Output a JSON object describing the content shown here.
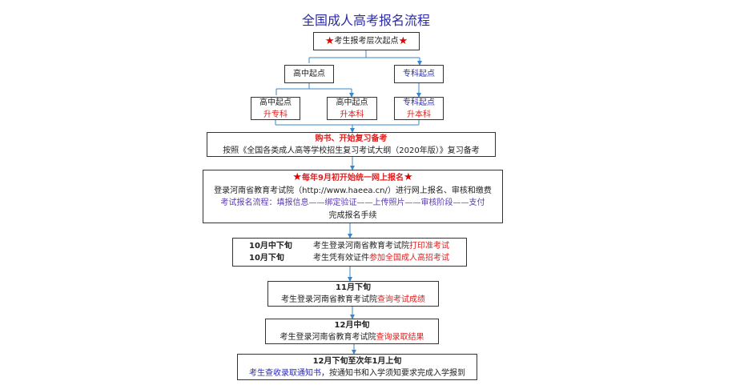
{
  "title": "全国成人高考报名流程",
  "start": {
    "star": "★",
    "label": "考生报考层次起点"
  },
  "level": {
    "high": "高中起点",
    "college": "专科起点"
  },
  "paths": [
    {
      "top": "高中起点",
      "bottom": "升专科"
    },
    {
      "top": "高中起点",
      "bottom": "升本科"
    },
    {
      "top": "专科起点",
      "bottom": "升本科"
    }
  ],
  "prep": {
    "heading": "购书、开始复习备考",
    "text": "按照《全国各类成人高等学校招生复习考试大纲（2020年版）》复习备考"
  },
  "register": {
    "heading": "每年9月初开始统一网上报名",
    "line1": "登录河南省教育考试院（http://www.haeea.cn/）进行网上报名、审核和缴费",
    "line2": "考试报名流程：填报信息——绑定验证——上传照片——审核阶段——支付",
    "line3": "完成报名手续"
  },
  "exam": [
    {
      "time": "10月中下旬",
      "text": "考生登录河南省教育考试院",
      "highlight": "打印准考试"
    },
    {
      "time": "10月下旬",
      "text": "考生凭有效证件",
      "highlight": "参加全国成人高招考试"
    }
  ],
  "score": {
    "time": "11月下旬",
    "text": "考生登录河南省教育考试院",
    "highlight": "查询考试成绩"
  },
  "admit": {
    "time": "12月中旬",
    "text": "考生登录河南省教育考试院",
    "highlight": "查询录取结果"
  },
  "enroll": {
    "time": "12月下旬至次年1月上旬",
    "highlight": "考生查收录取通知书",
    "text": "，按通知书和入学须知要求完成入学报到"
  },
  "colors": {
    "line": "#3a86c8",
    "red": "#e02020",
    "blue": "#2a2ab8"
  }
}
